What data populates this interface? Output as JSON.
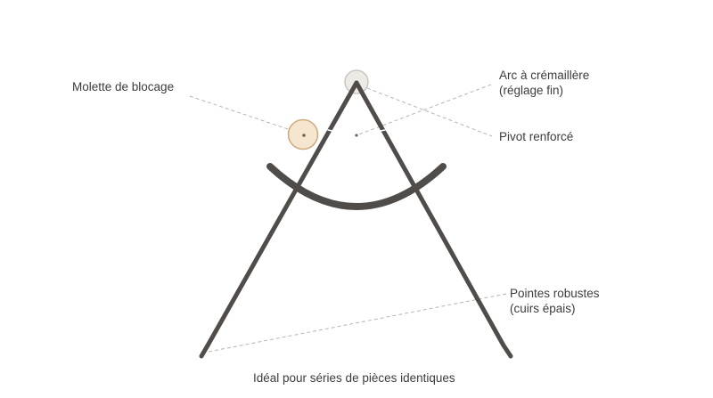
{
  "labels": {
    "locking_wheel": "Molette de blocage",
    "rack_arc_line1": "Arc à crémaillère",
    "rack_arc_line2": "(réglage fin)",
    "pivot": "Pivot renforcé",
    "tips_line1": "Pointes robustes",
    "tips_line2": "(cuirs épais)"
  },
  "caption": "Idéal pour séries de pièces identiques",
  "colors": {
    "frame": "#4f4c4a",
    "leader": "#b5b5b5",
    "text": "#3c3c3c",
    "wheel_fill": "#f6e6d0",
    "wheel_stroke": "#cfa97e",
    "pivot_fill": "#ecebe6",
    "pivot_stroke": "#c8c6c0"
  }
}
